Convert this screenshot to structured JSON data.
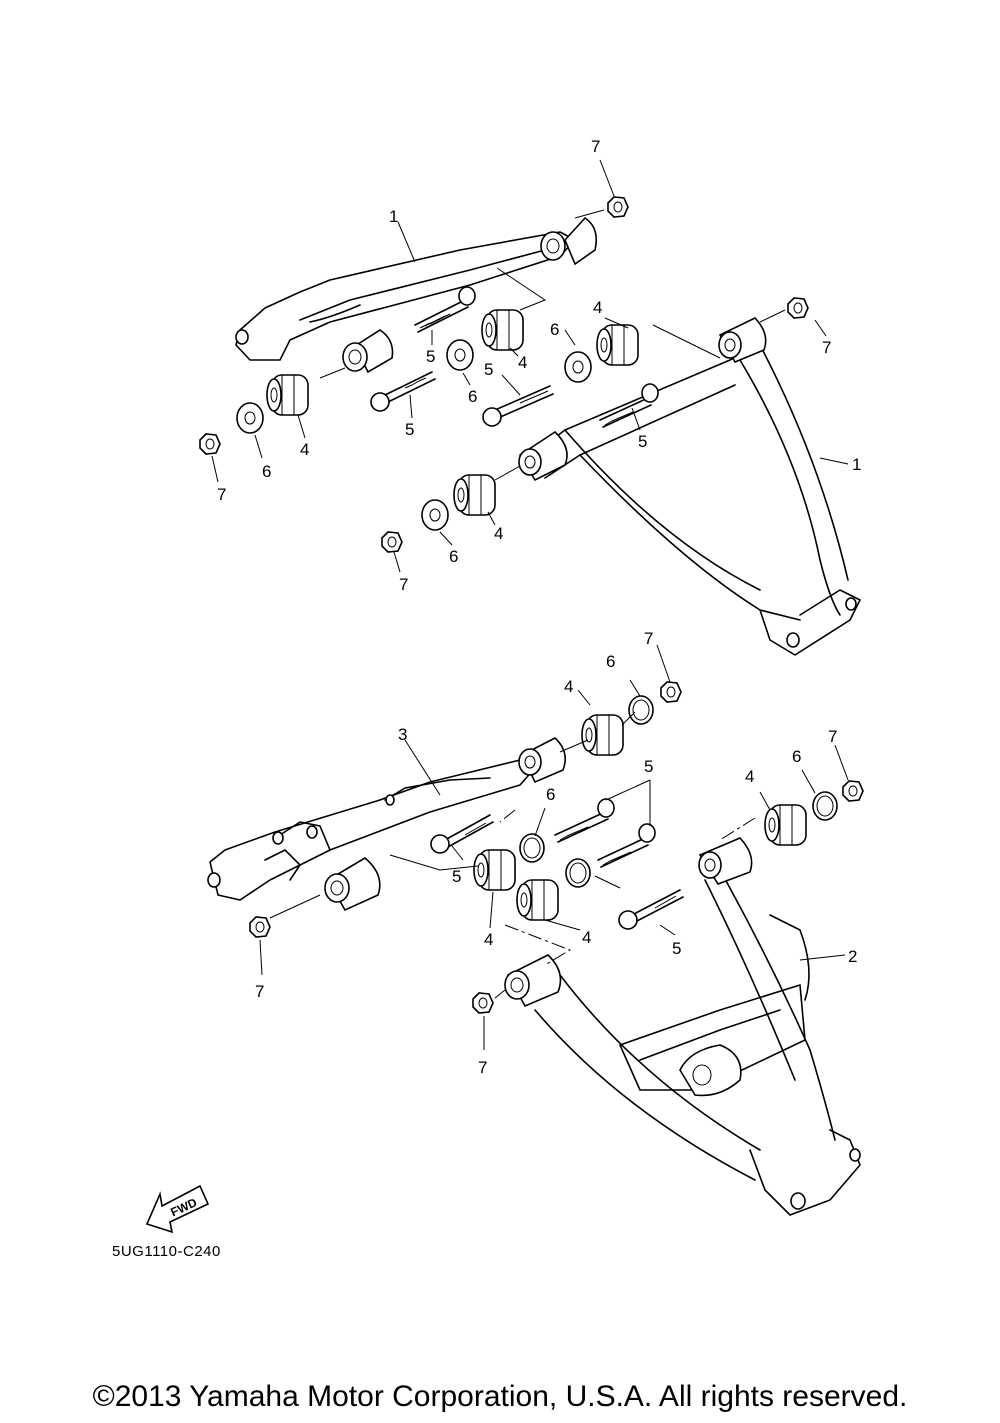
{
  "callouts": {
    "c1a": "1",
    "c1b": "1",
    "c2": "2",
    "c3": "3",
    "c4a": "4",
    "c4b": "4",
    "c4c": "4",
    "c4d": "4",
    "c4e": "4",
    "c4f": "4",
    "c4g": "4",
    "c4h": "4",
    "c5a": "5",
    "c5b": "5",
    "c5c": "5",
    "c5d": "5",
    "c5e": "5",
    "c5f": "5",
    "c5g": "5",
    "c6a": "6",
    "c6b": "6",
    "c6c": "6",
    "c6d": "6",
    "c6e": "6",
    "c6f": "6",
    "c6g": "6",
    "c7a": "7",
    "c7b": "7",
    "c7c": "7",
    "c7d": "7",
    "c7e": "7",
    "c7f": "7",
    "c7g": "7",
    "c7h": "7"
  },
  "fwd_label": "FWD",
  "catalog_number": "5UG1110-C240",
  "copyright": "©2013 Yamaha Motor Corporation, U.S.A. All rights reserved."
}
